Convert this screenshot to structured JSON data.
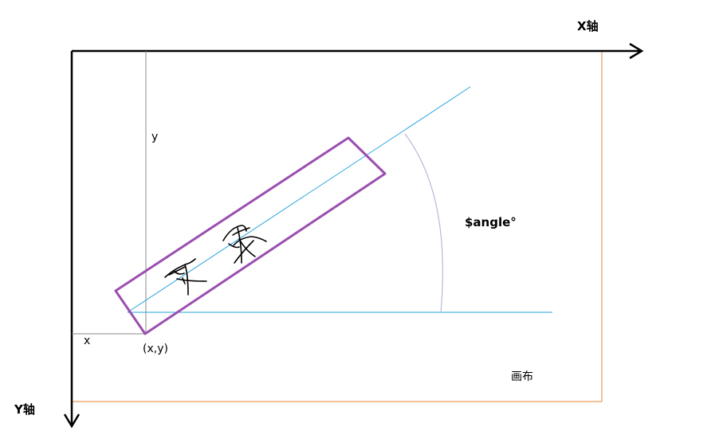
{
  "labels": {
    "x_axis": "X轴",
    "y_axis": "Y轴",
    "y_dim": "y",
    "x_dim": "x",
    "point": "(x,y)",
    "angle": "$angle°",
    "canvas": "画布"
  },
  "colors": {
    "axis": "#000000",
    "canvas_border": "#e69a5a",
    "rect": "#9b4fb0",
    "guide": "#2aa6de",
    "dim_line": "#8a8a8a",
    "arc": "#b8b8d8",
    "text_strokes": "#000000"
  }
}
